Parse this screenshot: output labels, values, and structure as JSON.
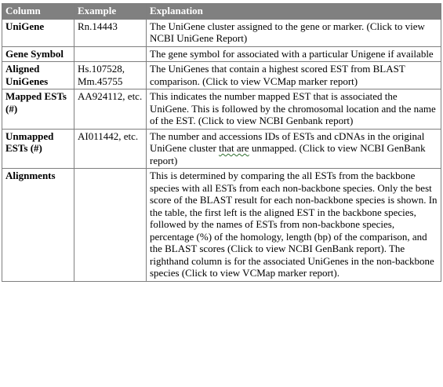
{
  "headers": {
    "column": "Column",
    "example": "Example",
    "explanation": "Explanation"
  },
  "rows": [
    {
      "column": "UniGene",
      "example": "Rn.14443",
      "explanation": "The UniGene cluster assigned to the gene or marker. (Click to view NCBI UniGene Report)"
    },
    {
      "column": "Gene Symbol",
      "example": "",
      "explanation": "The gene symbol for associated with a particular Unigene if available"
    },
    {
      "column": "Aligned UniGenes",
      "example": "Hs.107528, Mm.45755",
      "explanation": "The UniGenes that contain a highest scored EST from BLAST comparison. (Click to view VCMap marker report)"
    },
    {
      "column": "Mapped ESTs (#)",
      "example": "AA924112, etc.",
      "explanation": "This indicates the number mapped EST that is associated the UniGene. This is followed by the chromosomal location and the name of the EST. (Click to view NCBI Genbank report)"
    },
    {
      "column": "Unmapped ESTs (#)",
      "example": "AI011442, etc.",
      "explanation_before": "The number and accessions IDs of ESTs and cDNAs in the original UniGene cluster ",
      "explanation_marked": "that are",
      "explanation_after": " unmapped. (Click to view NCBI GenBank report)"
    },
    {
      "column": "Alignments",
      "example": "",
      "explanation": "This is determined by comparing the all ESTs from the backbone species with all ESTs from each non-backbone species. Only the best score of the BLAST result for each non-backbone species is shown. In the table, the first left is the aligned EST in the backbone species, followed by the names of ESTs from non-backbone species, percentage (%) of the homology, length (bp) of the comparison, and the BLAST scores (Click to view NCBI GenBank report). The righthand column is for the associated UniGenes in the non-backbone species (Click to view VCMap marker report)."
    }
  ]
}
